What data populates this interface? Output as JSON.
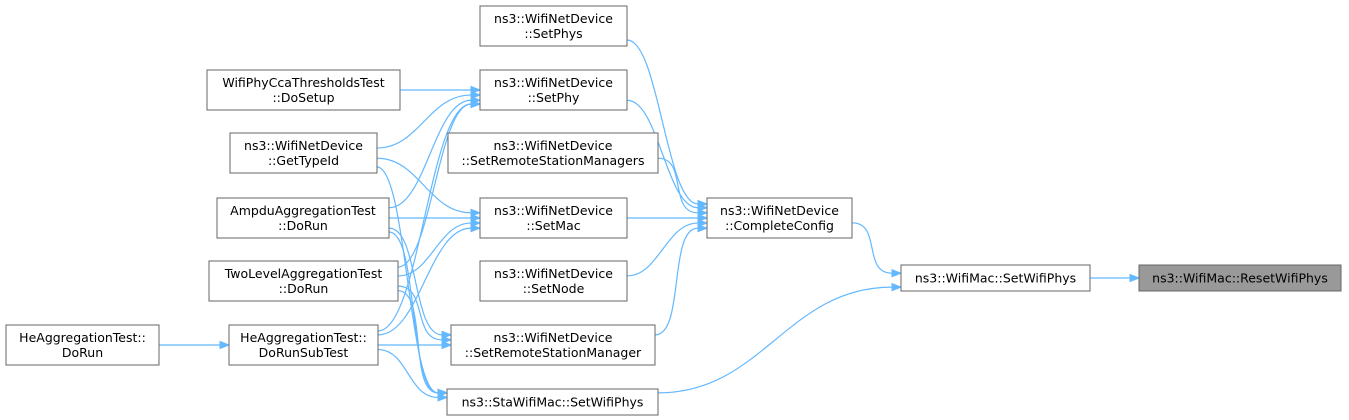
{
  "graph": {
    "nodes": {
      "reset": {
        "lines": [
          "ns3::WifiMac::ResetWifiPhys"
        ],
        "root": true
      },
      "setwifiphys": {
        "lines": [
          "ns3::WifiMac::SetWifiPhys"
        ]
      },
      "completeconfig": {
        "lines": [
          "ns3::WifiNetDevice",
          "::CompleteConfig"
        ]
      },
      "setphys": {
        "lines": [
          "ns3::WifiNetDevice",
          "::SetPhys"
        ]
      },
      "setphy": {
        "lines": [
          "ns3::WifiNetDevice",
          "::SetPhy"
        ]
      },
      "setrsms": {
        "lines": [
          "ns3::WifiNetDevice",
          "::SetRemoteStationManagers"
        ]
      },
      "setmac": {
        "lines": [
          "ns3::WifiNetDevice",
          "::SetMac"
        ]
      },
      "setnode": {
        "lines": [
          "ns3::WifiNetDevice",
          "::SetNode"
        ]
      },
      "setrsm": {
        "lines": [
          "ns3::WifiNetDevice",
          "::SetRemoteStationManager"
        ]
      },
      "stasetwifiphys": {
        "lines": [
          "ns3::StaWifiMac::SetWifiPhys"
        ]
      },
      "ccatest": {
        "lines": [
          "WifiPhyCcaThresholdsTest",
          "::DoSetup"
        ]
      },
      "gettypeid": {
        "lines": [
          "ns3::WifiNetDevice",
          "::GetTypeId"
        ]
      },
      "ampdu": {
        "lines": [
          "AmpduAggregationTest",
          "::DoRun"
        ]
      },
      "twolevel": {
        "lines": [
          "TwoLevelAggregationTest",
          "::DoRun"
        ]
      },
      "hesub": {
        "lines": [
          "HeAggregationTest::",
          "DoRunSubTest"
        ]
      },
      "herun": {
        "lines": [
          "HeAggregationTest::",
          "DoRun"
        ]
      }
    },
    "edges": [
      {
        "from": "setwifiphys",
        "to": "reset"
      },
      {
        "from": "completeconfig",
        "to": "setwifiphys"
      },
      {
        "from": "stasetwifiphys",
        "to": "setwifiphys"
      },
      {
        "from": "setphys",
        "to": "completeconfig"
      },
      {
        "from": "setphy",
        "to": "completeconfig"
      },
      {
        "from": "setrsms",
        "to": "completeconfig"
      },
      {
        "from": "setmac",
        "to": "completeconfig"
      },
      {
        "from": "setnode",
        "to": "completeconfig"
      },
      {
        "from": "setrsm",
        "to": "completeconfig"
      },
      {
        "from": "ccatest",
        "to": "setphy"
      },
      {
        "from": "gettypeid",
        "to": "setphy"
      },
      {
        "from": "ampdu",
        "to": "setphy"
      },
      {
        "from": "twolevel",
        "to": "setphy"
      },
      {
        "from": "hesub",
        "to": "setphy"
      },
      {
        "from": "gettypeid",
        "to": "setmac"
      },
      {
        "from": "ampdu",
        "to": "setmac"
      },
      {
        "from": "twolevel",
        "to": "setmac"
      },
      {
        "from": "hesub",
        "to": "setmac"
      },
      {
        "from": "ampdu",
        "to": "setrsm"
      },
      {
        "from": "twolevel",
        "to": "setrsm"
      },
      {
        "from": "hesub",
        "to": "setrsm"
      },
      {
        "from": "gettypeid",
        "to": "stasetwifiphys"
      },
      {
        "from": "ampdu",
        "to": "stasetwifiphys"
      },
      {
        "from": "twolevel",
        "to": "stasetwifiphys"
      },
      {
        "from": "hesub",
        "to": "stasetwifiphys"
      },
      {
        "from": "herun",
        "to": "hesub"
      }
    ]
  },
  "colors": {
    "edge": "#63b8ff",
    "node_border": "#666666",
    "root_fill": "#999999"
  }
}
